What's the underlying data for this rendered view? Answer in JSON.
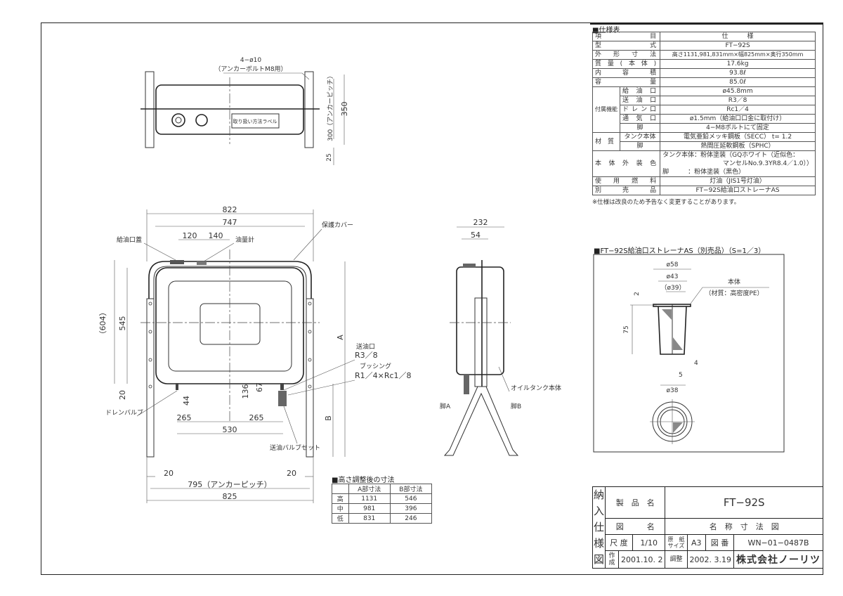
{
  "spec_table": {
    "section_title": "■仕様表",
    "header": {
      "item": "項　　目",
      "spec": "仕　　　様"
    },
    "rows": {
      "model": {
        "label": "型　式",
        "value": "FT−92S"
      },
      "dimensions": {
        "label": "外形寸法",
        "value": "高さ1131,981,831mm×幅825mm×奥行350mm"
      },
      "mass": {
        "label": "質量(本体)",
        "value": "17.6kg"
      },
      "inner_volume": {
        "label": "内容積",
        "value": "93.8ℓ"
      },
      "capacity": {
        "label": "容　量",
        "value": "85.0ℓ"
      },
      "accessories_group": "付属機能",
      "fill_port": {
        "label": "給油口",
        "value": "ø45.8mm"
      },
      "supply_port": {
        "label": "送油口",
        "value": "R3／8"
      },
      "drain_port": {
        "label": "ドレン口",
        "value": "Rc1／4"
      },
      "vent": {
        "label": "通気口",
        "value": "ø1.5mm（給油口口金に取付け）"
      },
      "legs": {
        "label": "脚",
        "value": "4−M8ボルトにて固定"
      },
      "material_group": "材　質",
      "material_tank": {
        "label": "タンク本体",
        "value": "電気亜鉛メッキ鋼板（SECC） t= 1.2"
      },
      "material_legs": {
        "label": "脚",
        "value": "熱間圧延軟鋼板（SPHC）"
      },
      "color": {
        "label": "本体外装色",
        "line1": "タンク本体：粉体塗装（GQホワイト（近似色：",
        "line2": "マンセルNo.9.3YR8.4／1.0））",
        "line3": "脚　　　：粉体塗装（黒色）"
      },
      "fuel": {
        "label": "使用燃料",
        "value": "灯油（JIS1号灯油）"
      },
      "optional": {
        "label": "別売品",
        "value": "FT−92S給油口ストレーナAS"
      }
    },
    "note": "※仕様は改良のため予告なく変更することがあります。"
  },
  "strainer": {
    "section_title": "■FT−92S給油口ストレーナAS（別売品）（S=1／3）",
    "dims": {
      "d58": "ø58",
      "d43": "ø43",
      "d39": "（ø39）",
      "h2": "2",
      "h75": "75",
      "w4": "4",
      "w5": "5",
      "d38": "ø38"
    },
    "label_body": "本体",
    "label_material": "（材質：高密度PE）"
  },
  "top_view": {
    "holes": "4−ø10",
    "holes_note": "（アンカーボルトM8用）",
    "label_plate": "取り扱い方法ラベル",
    "d350": "350",
    "d300": "300（アンカーピッチ）",
    "d25": "25"
  },
  "front_view": {
    "d822": "822",
    "d747": "747",
    "d120": "120",
    "d140": "140",
    "d604": "（604）",
    "d545": "545",
    "d20v": "20",
    "d44": "44",
    "d136": "136",
    "d67": "67",
    "d265a": "265",
    "d265b": "265",
    "d530": "530",
    "dA": "A",
    "dB": "B",
    "d20a": "20",
    "d20b": "20",
    "d795": "795（アンカーピッチ）",
    "d825": "825",
    "fill_cap": "給油口蓋",
    "gauge": "油量計",
    "cover": "保護カバー",
    "supply_port": "送油口",
    "supply_thread": "R3／8",
    "bushing": "ブッシング",
    "bushing_thread": "R1／4×Rc1／8",
    "drain_valve": "ドレンバルブ",
    "supply_valve_set": "送油バルブセット"
  },
  "side_view": {
    "d232": "232",
    "d54": "54",
    "leg_a": "脚A",
    "leg_b": "脚B",
    "tank_body": "オイルタンク本体"
  },
  "height_table": {
    "title": "■高さ調整後の寸法",
    "headers": [
      "",
      "A部寸法",
      "B部寸法"
    ],
    "rows": [
      [
        "高",
        "1131",
        "546"
      ],
      [
        "中",
        "981",
        "396"
      ],
      [
        "低",
        "831",
        "246"
      ]
    ]
  },
  "title_block": {
    "side_label": [
      "納",
      "入",
      "仕",
      "様",
      "図"
    ],
    "product_name_label": "製　品　名",
    "product_name": "FT−92S",
    "drawing_name_label": "図　　　名",
    "drawing_name": "名　称　寸　法　図",
    "scale_label": "尺 度",
    "scale": "1/10",
    "paper_label": "原　紙 サイズ",
    "paper": "A3",
    "drawing_no_label": "図 番",
    "drawing_no": "WN−01−0487B",
    "created_label": "作成",
    "created": "2001.10. 2",
    "adjusted_label": "調整",
    "adjusted": "2002. 3.19",
    "company": "株式会社ノーリツ"
  }
}
